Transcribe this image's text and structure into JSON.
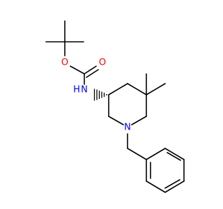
{
  "molecule": {
    "atom_labels": {
      "carbonyl_oxygen": "O",
      "ester_oxygen": "O",
      "amide_nitrogen": "N",
      "amide_hydrogen": "H",
      "ring_nitrogen": "N"
    },
    "colors": {
      "bond": "#000000",
      "oxygen": "#ff0000",
      "nitrogen": "#0000ff",
      "background": "#ffffff"
    }
  }
}
